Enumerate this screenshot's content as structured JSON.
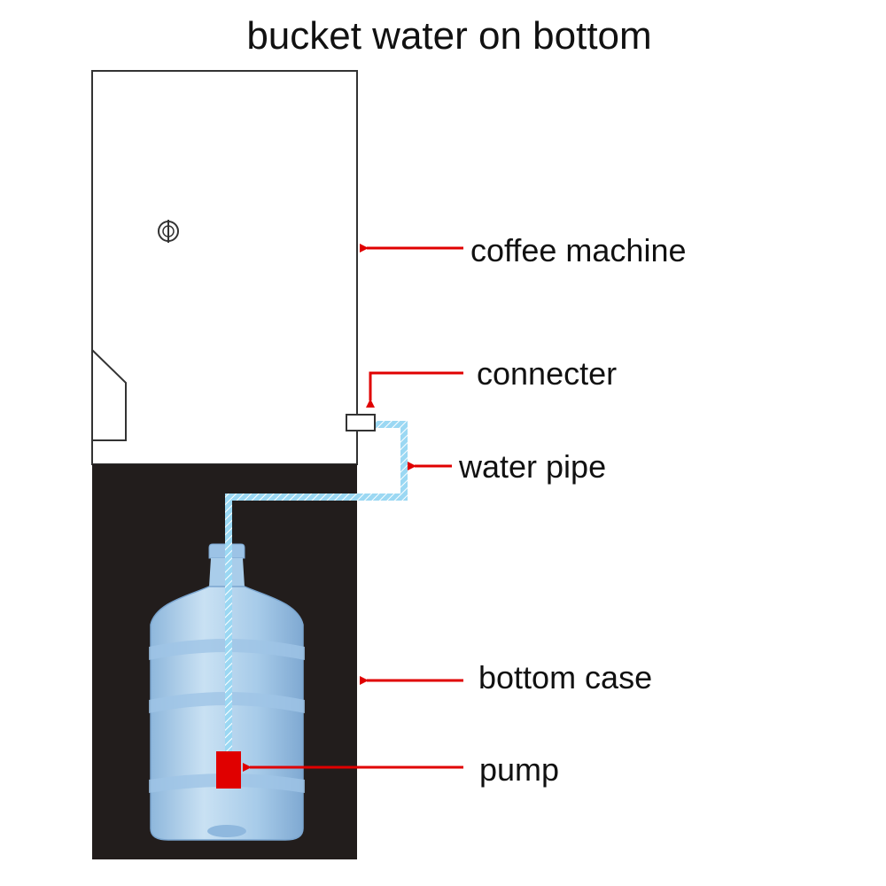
{
  "title": "bucket water on bottom",
  "labels": {
    "coffee_machine": "coffee machine",
    "connecter": "connecter",
    "water_pipe": "water pipe",
    "bottom_case": "bottom case",
    "pump": "pump"
  },
  "colors": {
    "arrow": "#e00000",
    "pipe": "#8fd3f0",
    "bottom_case": "#221d1c",
    "pump": "#e00000",
    "bottle": "#b7d6ee"
  }
}
